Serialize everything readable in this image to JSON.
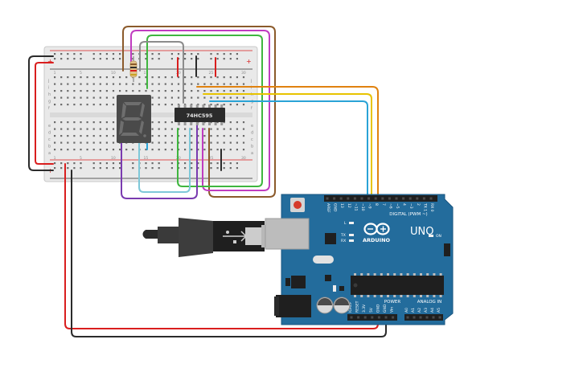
{
  "board": {
    "brand": "ARDUINO",
    "model": "UNO",
    "digital_label": "DIGITAL (PWM ~)",
    "analog_label": "ANALOG IN",
    "power_label": "POWER",
    "on_label": "ON",
    "tx_label": "TX",
    "rx_label": "RX",
    "l_label": "L",
    "digital_pins": [
      "AREF",
      "GND",
      "13",
      "12",
      "~11",
      "~10",
      "~9",
      "8",
      "7",
      "~6",
      "~5",
      "4",
      "~3",
      "2",
      "TX 1",
      "RX 0"
    ],
    "power_pins": [
      "IOREF",
      "RESET",
      "3.3V",
      "5V",
      "GND",
      "GND",
      "Vin"
    ],
    "analog_pins": [
      "A0",
      "A1",
      "A2",
      "A3",
      "A4",
      "A5"
    ]
  },
  "chip": {
    "label": "74HC595"
  },
  "breadboard": {
    "rows": [
      "a",
      "b",
      "c",
      "d",
      "e",
      "f",
      "g",
      "h",
      "i",
      "j"
    ],
    "columns": [
      "1",
      "5",
      "10",
      "15",
      "20",
      "25",
      "30"
    ],
    "plus": "+",
    "minus": "-"
  },
  "display": {
    "digit": "8"
  },
  "colors": {
    "wire_black": "#2b2b2b",
    "wire_red": "#d91e1e",
    "wire_brown": "#8b5a2b",
    "wire_magenta": "#c03cc0",
    "wire_green": "#3fb63f",
    "wire_gray": "#8c8c8c",
    "wire_orange": "#e0820f",
    "wire_yellow": "#e8c300",
    "wire_blue": "#2aa3d6",
    "wire_purple": "#7a3bb0",
    "wire_cyan": "#7ec8d8",
    "board_blue": "#236c9c",
    "breadboard": "#e7e7e7"
  }
}
